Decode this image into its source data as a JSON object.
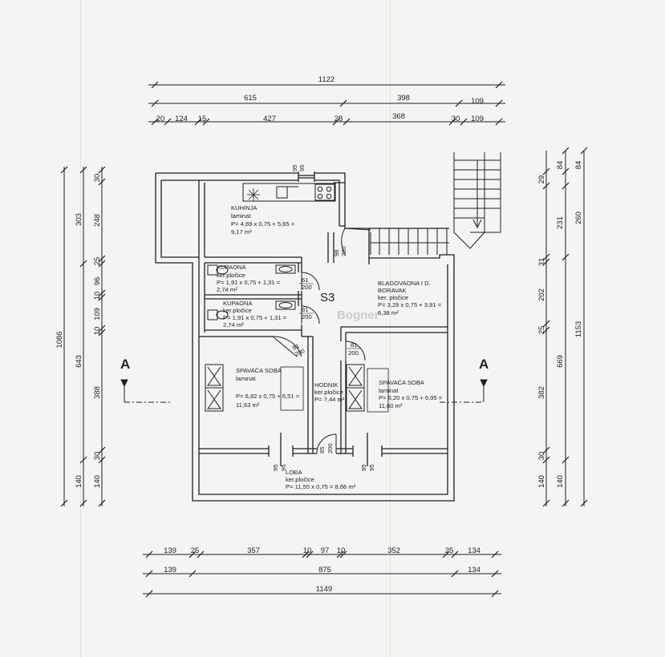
{
  "unit_label": "S3",
  "section_marker": "A",
  "colors": {
    "ink": "#1e1e1e",
    "paper": "#f4f4f2",
    "fold": "#e2e2de"
  },
  "rooms": {
    "kitchen": {
      "name": "KUHINJA",
      "floor": "laminat",
      "formula": "P= 4,69 x 0,75 + 5,65 =",
      "area": "9,17 m²"
    },
    "bath1": {
      "name": "KUPAONA",
      "floor": "ker.pločice",
      "formula": "P= 1,91 x 0,75 + 1,31 =",
      "area": "2,74 m²"
    },
    "bath2": {
      "name": "KUPAONA",
      "floor": "ker.pločice",
      "formula": "P= 1,91 x 0,75 + 1,31 =",
      "area": "2,74 m²"
    },
    "living": {
      "name": "BLAGOVAONA I D.",
      "name2": "BORAVAK",
      "floor": "ker. pločice",
      "formula": "P= 3,29 x 0,75 + 3,91 =",
      "area": "6,38 m²"
    },
    "bedroom1": {
      "name": "SPAVAĆA SOBA",
      "floor": "laminat",
      "formula": "P= 6,82 x 0,75 + 6,51 =",
      "area": "11,63 m²"
    },
    "hall": {
      "name": "HODNIK",
      "floor": "ker.pločice",
      "formula": "P= 7,44 m²"
    },
    "bedroom2": {
      "name": "SPAVAĆA SOBA",
      "floor": "laminat",
      "formula": "P= 6,20 x 0,75 + 6,95 =",
      "area": "11,60 m²"
    },
    "loggia": {
      "name": "LOĐA",
      "floor": "ker.pločice",
      "formula": "P= 11,55 x 0,75 = 8,66 m²"
    }
  },
  "openings": {
    "kitchen_window": [
      "95",
      "95"
    ],
    "entry_door": [
      "98",
      "200"
    ],
    "bath1_door": [
      "61",
      "200"
    ],
    "bath2_door": [
      "61",
      "200"
    ],
    "bedroom1_door": [
      "81",
      "200"
    ],
    "bedroom2_door": [
      "81",
      "200"
    ],
    "hall_door": [
      "85",
      "200"
    ],
    "loggia_door1": [
      "95",
      "95"
    ],
    "loggia_door2": [
      "95",
      "95"
    ]
  },
  "dims_top": {
    "row1": [
      "1122"
    ],
    "row2": [
      "615",
      "398",
      "109"
    ],
    "row3": [
      "20",
      "124",
      "15",
      "427",
      "28",
      "368",
      "30",
      "109"
    ]
  },
  "dims_bottom": {
    "row1": [
      "139",
      "25",
      "357",
      "10",
      "97",
      "10",
      "352",
      "25",
      "134"
    ],
    "row2": [
      "139",
      "875",
      "134"
    ],
    "row3": [
      "1149"
    ]
  },
  "dims_left": {
    "outer": [
      "1086"
    ],
    "middle": [
      "303",
      "643",
      "140"
    ],
    "inner": [
      "30",
      "248",
      "25",
      "96",
      "10",
      "109",
      "10",
      "388",
      "30",
      "140"
    ]
  },
  "dims_right": {
    "outer": [
      "1153"
    ],
    "middle": [
      "84",
      "231",
      "669",
      "140"
    ],
    "inner": [
      "29",
      "84",
      "260",
      "31",
      "202",
      "25",
      "382",
      "30",
      "140"
    ]
  },
  "watermark": "Bogner"
}
